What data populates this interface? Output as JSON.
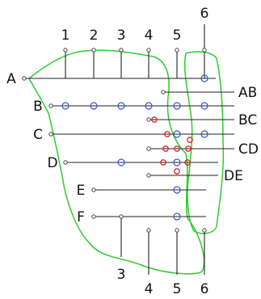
{
  "column_labels_top": [
    "1",
    "2",
    "3",
    "4",
    "5",
    "6"
  ],
  "column_labels_bottom": [
    "3",
    "4",
    "5",
    "6"
  ],
  "row_labels_left": [
    "A",
    "B",
    "C",
    "D",
    "E",
    "F"
  ],
  "row_labels_right": [
    "AB",
    "BC",
    "CD",
    "DE"
  ],
  "colors": {
    "outline": "#2ecc2e",
    "blue_marker": "#3b4fd6",
    "red_marker": "#d62828",
    "grid_line": "#222222"
  },
  "marker_groups": {
    "blue": "grid intersections",
    "red": "off-grid points"
  }
}
